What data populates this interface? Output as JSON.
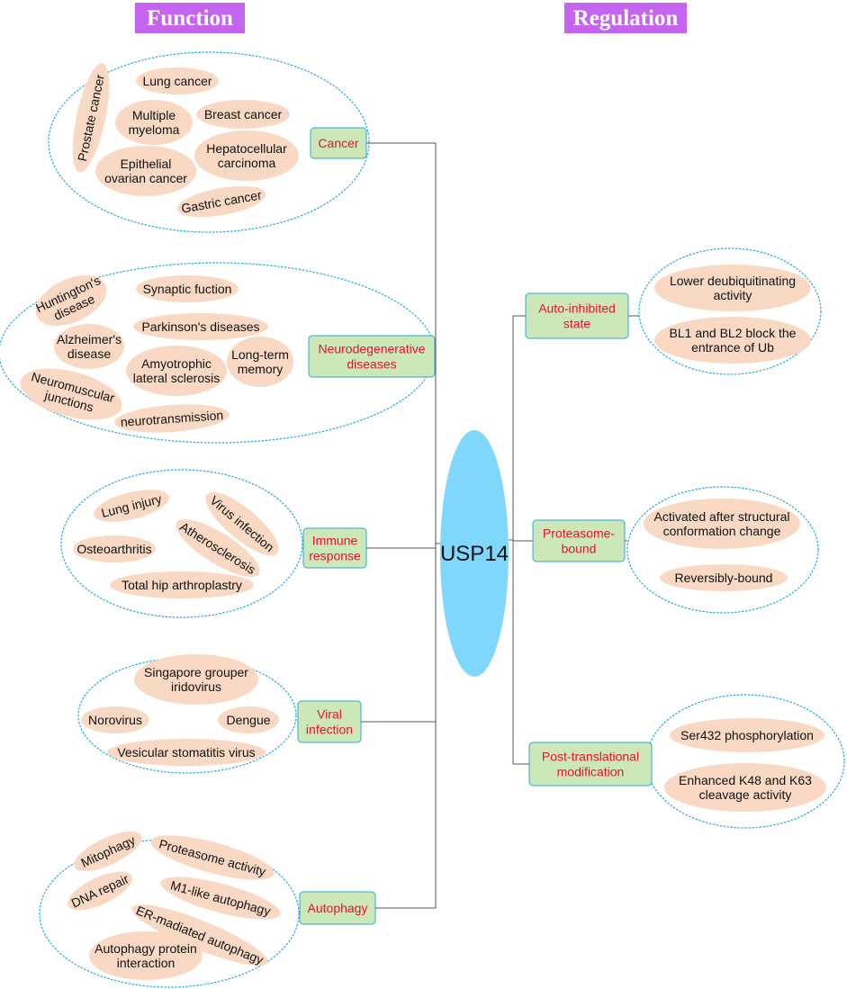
{
  "headers": {
    "function": "Function",
    "regulation": "Regulation"
  },
  "center": "USP14",
  "colors": {
    "header_bg": "#c564ee",
    "category_fill": "#cde8b8",
    "category_border": "#2aa8d8",
    "category_text": "#e8112d",
    "item_fill": "#f9d9c3",
    "group_border": "#2aa8d8",
    "center_fill": "#7fd8fb",
    "line": "#555555"
  },
  "function_groups": [
    {
      "category": [
        "Cancer"
      ],
      "items": [
        [
          "Lung cancer"
        ],
        [
          "Multiple",
          "myeloma"
        ],
        [
          "Breast cancer"
        ],
        [
          "Hepatocellular",
          "carcinoma"
        ],
        [
          "Epithelial",
          "ovarian cancer"
        ],
        [
          "Gastric cancer"
        ],
        [
          "Prostate cancer"
        ]
      ]
    },
    {
      "category": [
        "Neurodegenerative",
        "diseases"
      ],
      "items": [
        [
          "Huntington's",
          "disease"
        ],
        [
          "Synaptic fuction"
        ],
        [
          "Parkinson's diseases"
        ],
        [
          "Alzheimer's",
          "disease"
        ],
        [
          "Amyotrophic",
          "lateral sclerosis"
        ],
        [
          "Long-term",
          "memory"
        ],
        [
          "Neuromuscular",
          "junctions"
        ],
        [
          "neurotransmission"
        ]
      ]
    },
    {
      "category": [
        "Immune",
        "response"
      ],
      "items": [
        [
          "Lung injury"
        ],
        [
          "Virus infection"
        ],
        [
          "Osteoarthritis"
        ],
        [
          "Atherosclerosis"
        ],
        [
          "Total hip arthroplastry"
        ]
      ]
    },
    {
      "category": [
        "Viral",
        "infection"
      ],
      "items": [
        [
          "Singapore grouper",
          "iridovirus"
        ],
        [
          "Norovirus"
        ],
        [
          "Dengue"
        ],
        [
          "Vesicular stomatitis virus"
        ]
      ]
    },
    {
      "category": [
        "Autophagy"
      ],
      "items": [
        [
          "Mitophagy"
        ],
        [
          "Proteasome activity"
        ],
        [
          "DNA repair"
        ],
        [
          "M1-like autophagy"
        ],
        [
          "ER-madiated autophagy"
        ],
        [
          "Autophagy protein",
          "interaction"
        ]
      ]
    }
  ],
  "regulation_groups": [
    {
      "category": [
        "Auto-inhibited",
        "state"
      ],
      "items": [
        [
          "Lower deubiquitinating",
          "activity"
        ],
        [
          "BL1 and BL2 block the",
          "entrance of Ub"
        ]
      ]
    },
    {
      "category": [
        "Proteasome-",
        "bound"
      ],
      "items": [
        [
          "Activated after structural",
          "conformation change"
        ],
        [
          "Reversibly-bound"
        ]
      ]
    },
    {
      "category": [
        "Post-translational",
        "modification"
      ],
      "items": [
        [
          "Ser432 phosphorylation"
        ],
        [
          "Enhanced K48 and K63",
          "cleavage activity"
        ]
      ]
    }
  ]
}
